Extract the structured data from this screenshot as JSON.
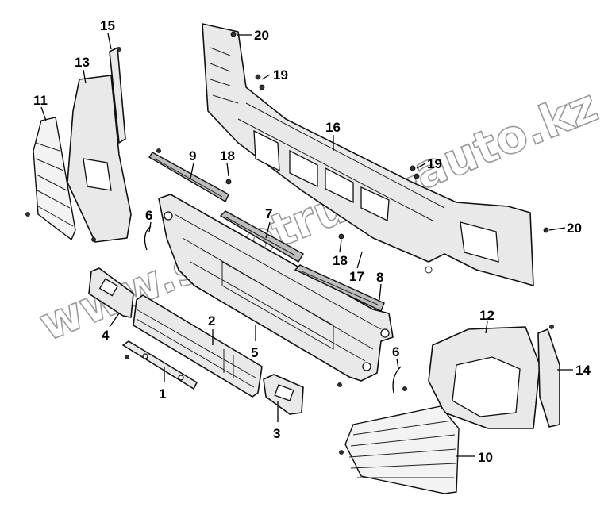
{
  "diagram": {
    "watermark": "www.sinotruck-auto.kz",
    "callouts": [
      {
        "id": "1",
        "label": "1"
      },
      {
        "id": "2",
        "label": "2"
      },
      {
        "id": "3",
        "label": "3"
      },
      {
        "id": "4",
        "label": "4"
      },
      {
        "id": "5",
        "label": "5"
      },
      {
        "id": "6a",
        "label": "6"
      },
      {
        "id": "6b",
        "label": "6"
      },
      {
        "id": "7",
        "label": "7"
      },
      {
        "id": "8",
        "label": "8"
      },
      {
        "id": "9",
        "label": "9"
      },
      {
        "id": "10",
        "label": "10"
      },
      {
        "id": "11",
        "label": "11"
      },
      {
        "id": "12",
        "label": "12"
      },
      {
        "id": "13",
        "label": "13"
      },
      {
        "id": "14",
        "label": "14"
      },
      {
        "id": "15",
        "label": "15"
      },
      {
        "id": "16",
        "label": "16"
      },
      {
        "id": "17",
        "label": "17"
      },
      {
        "id": "18a",
        "label": "18"
      },
      {
        "id": "18b",
        "label": "18"
      },
      {
        "id": "19a",
        "label": "19"
      },
      {
        "id": "19b",
        "label": "19"
      },
      {
        "id": "20a",
        "label": "20"
      },
      {
        "id": "20b",
        "label": "20"
      }
    ]
  }
}
